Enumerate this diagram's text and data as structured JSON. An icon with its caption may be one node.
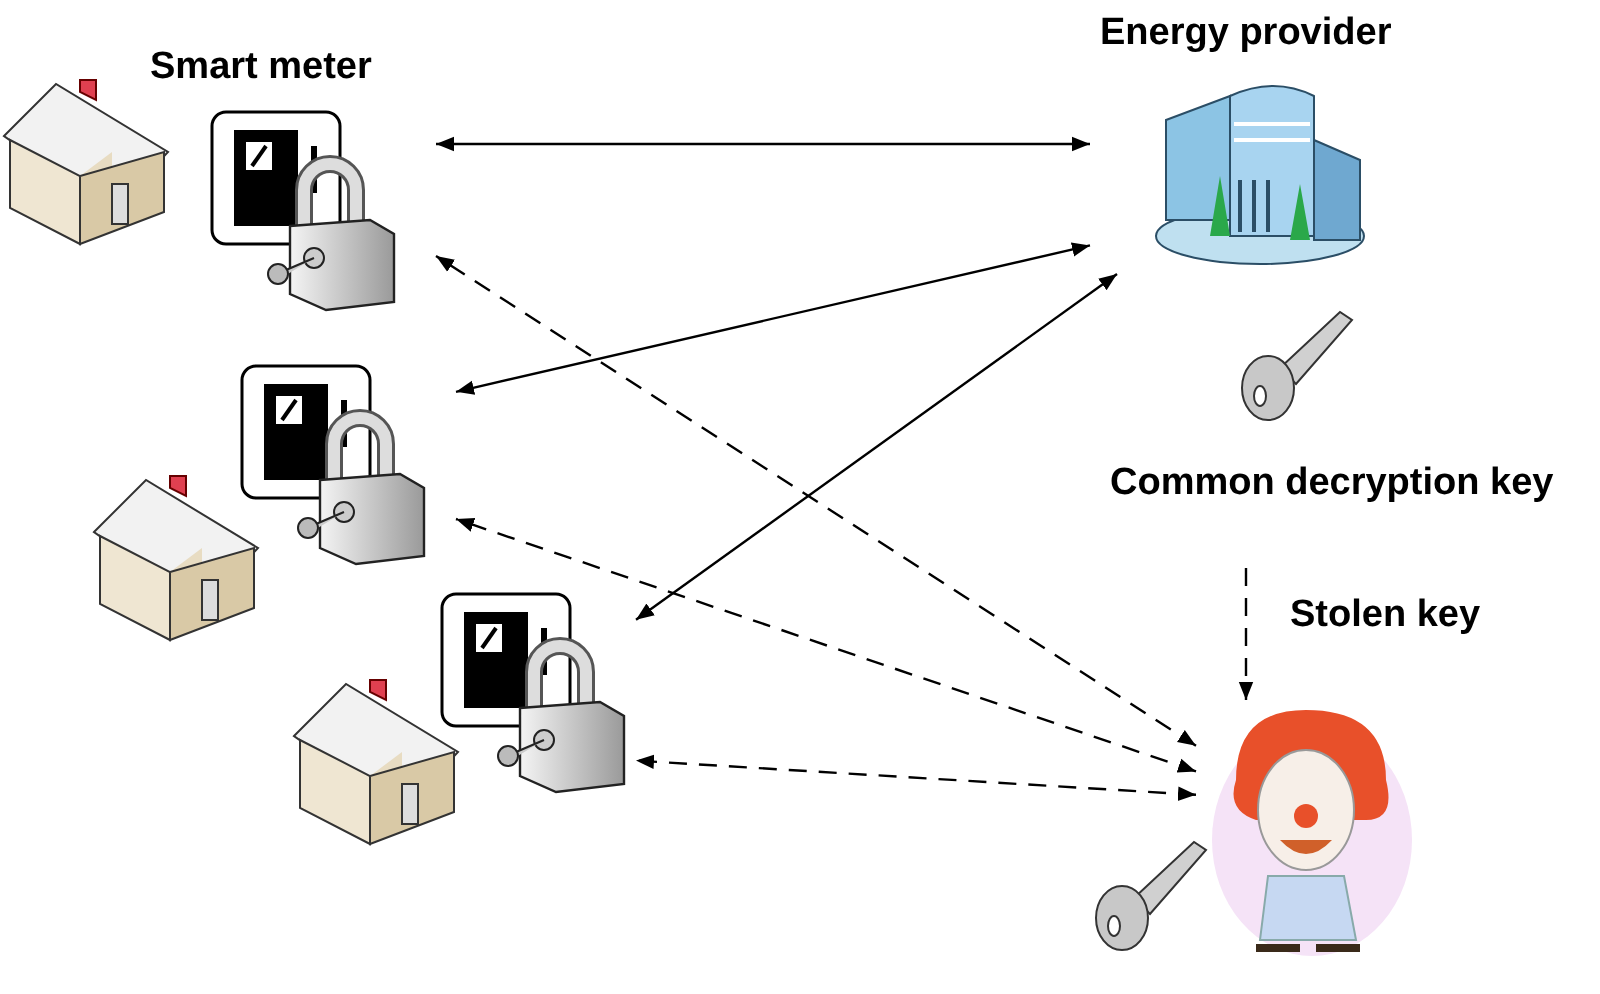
{
  "diagram": {
    "nodes": [
      {
        "text": [
          "Smart meter"
        ]
      },
      {
        "text": [],
        "shape": "picture"
      },
      {
        "text": [],
        "shape": "picture"
      },
      {
        "text": [
          "Energy provider"
        ]
      },
      {
        "text": [
          "Common decryption key"
        ]
      },
      {
        "text": [],
        "shape": "picture"
      }
    ],
    "edges": [
      {
        "from": 0,
        "to": 3,
        "arrow": "both"
      },
      {
        "from": 1,
        "to": 3,
        "arrow": "both"
      },
      {
        "from": 2,
        "to": 3,
        "arrow": "both"
      },
      {
        "from": 5,
        "to": 0,
        "arrow": "both",
        "style": "dashed"
      },
      {
        "from": 5,
        "to": 1,
        "arrow": "both",
        "style": "dashed"
      },
      {
        "from": 5,
        "to": 2,
        "arrow": "both",
        "style": "dashed"
      },
      {
        "from": 4,
        "to": 5,
        "arrow": "to",
        "style": "dashed",
        "label": "Stolen key"
      }
    ]
  }
}
